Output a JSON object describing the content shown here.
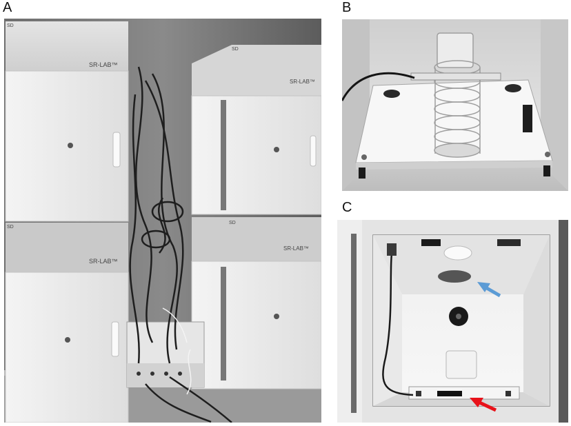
{
  "figure": {
    "panels": [
      {
        "letter": "A"
      },
      {
        "letter": "B"
      },
      {
        "letter": "C"
      }
    ],
    "brand_labels": {
      "chamber_brand": "SR-LAB™",
      "logo": "SD"
    },
    "arrows": [
      {
        "color": "#5b9bd5"
      },
      {
        "color": "#e8121a"
      }
    ]
  }
}
